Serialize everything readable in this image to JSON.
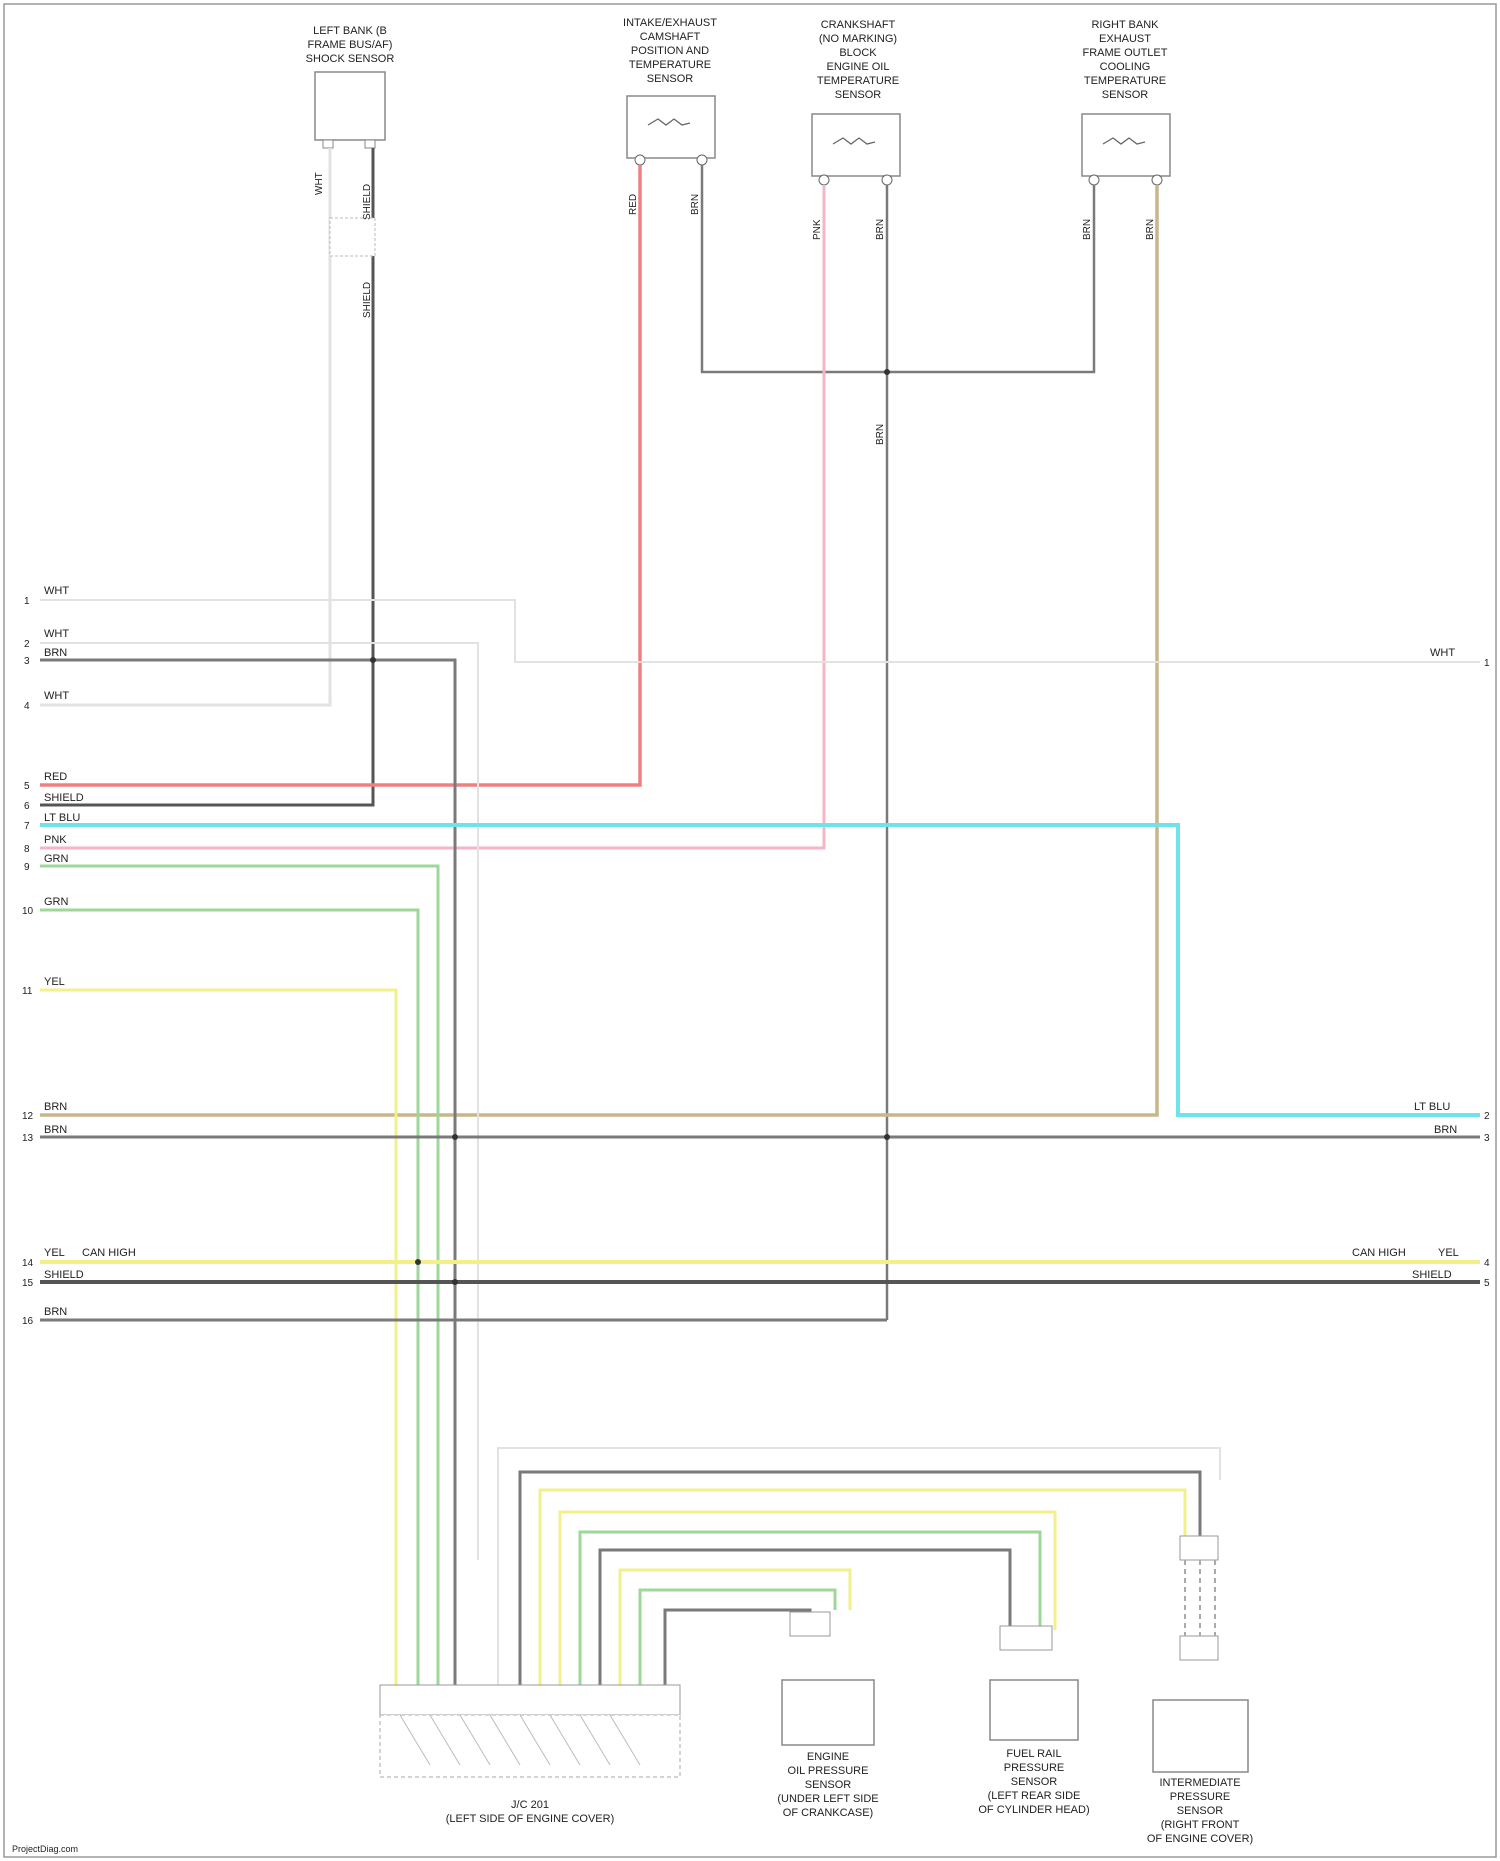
{
  "components": {
    "top": [
      {
        "lines": [
          "LEFT BANK (B",
          "FRAME BUS/AF)",
          "SHOCK SENSOR"
        ]
      },
      {
        "lines": [
          "INTAKE/EXHAUST",
          "CAMSHAFT",
          "POSITION AND",
          "TEMPERATURE",
          "SENSOR"
        ]
      },
      {
        "lines": [
          "CRANKSHAFT",
          "(NO MARKING)",
          "BLOCK",
          "ENGINE OIL",
          "TEMPERATURE",
          "SENSOR"
        ]
      },
      {
        "lines": [
          "RIGHT BANK",
          "EXHAUST",
          "FRAME OUTLET",
          "COOLING",
          "TEMPERATURE",
          "SENSOR"
        ]
      }
    ],
    "bottom": [
      {
        "lines": [
          "ENGINE",
          "OIL PRESSURE",
          "SENSOR",
          "(UNDER LEFT SIDE",
          "OF CRANKCASE)"
        ]
      },
      {
        "lines": [
          "FUEL RAIL",
          "PRESSURE",
          "SENSOR",
          "(LEFT REAR SIDE",
          "OF CYLINDER HEAD)"
        ]
      },
      {
        "lines": [
          "INTERMEDIATE",
          "PRESSURE",
          "SENSOR",
          "(RIGHT FRONT",
          "OF ENGINE COVER)"
        ]
      }
    ],
    "connector": {
      "lines": [
        "J/C 201",
        "(LEFT SIDE OF ENGINE COVER)"
      ]
    }
  },
  "left_pins": [
    {
      "num": "1",
      "color": "WHT"
    },
    {
      "num": "2",
      "color": "WHT"
    },
    {
      "num": "3",
      "color": "BRN"
    },
    {
      "num": "4",
      "color": "WHT"
    },
    {
      "num": "5",
      "color": "RED"
    },
    {
      "num": "6",
      "color": "SHIELD"
    },
    {
      "num": "7",
      "color": "LT BLU"
    },
    {
      "num": "8",
      "color": "PNK"
    },
    {
      "num": "9",
      "color": "GRN"
    },
    {
      "num": "10",
      "color": "GRN"
    },
    {
      "num": "11",
      "color": "YEL"
    },
    {
      "num": "12",
      "color": "BRN"
    },
    {
      "num": "13",
      "color": "BRN"
    },
    {
      "num": "14",
      "color": "YEL",
      "extra": "CAN HIGH"
    },
    {
      "num": "15",
      "color": "SHIELD"
    },
    {
      "num": "16",
      "color": "BRN"
    }
  ],
  "right_pins": [
    {
      "num": "1",
      "color": "WHT"
    },
    {
      "num": "2",
      "color": "LT BLU"
    },
    {
      "num": "3",
      "color": "BRN"
    },
    {
      "num": "4",
      "color": "YEL",
      "extra": "CAN HIGH"
    },
    {
      "num": "5",
      "color": "SHIELD"
    }
  ],
  "vertical_labels": [
    "WHT",
    "SHIELD",
    "SHIELD",
    "RED",
    "BRN",
    "PNK",
    "BRN",
    "BRN",
    "BRN",
    "BRN"
  ],
  "footer": {
    "credit": "ProjectDiag.com"
  },
  "colors": {
    "wht": "#e2e2e2",
    "brn": "#7a7a7a",
    "red": "#f08080",
    "pnk": "#f5b5c4",
    "ltblu": "#6fe3ea",
    "grn": "#9dd79a",
    "yel": "#f3f08a",
    "tan": "#c8b68a",
    "black": "#444444"
  }
}
